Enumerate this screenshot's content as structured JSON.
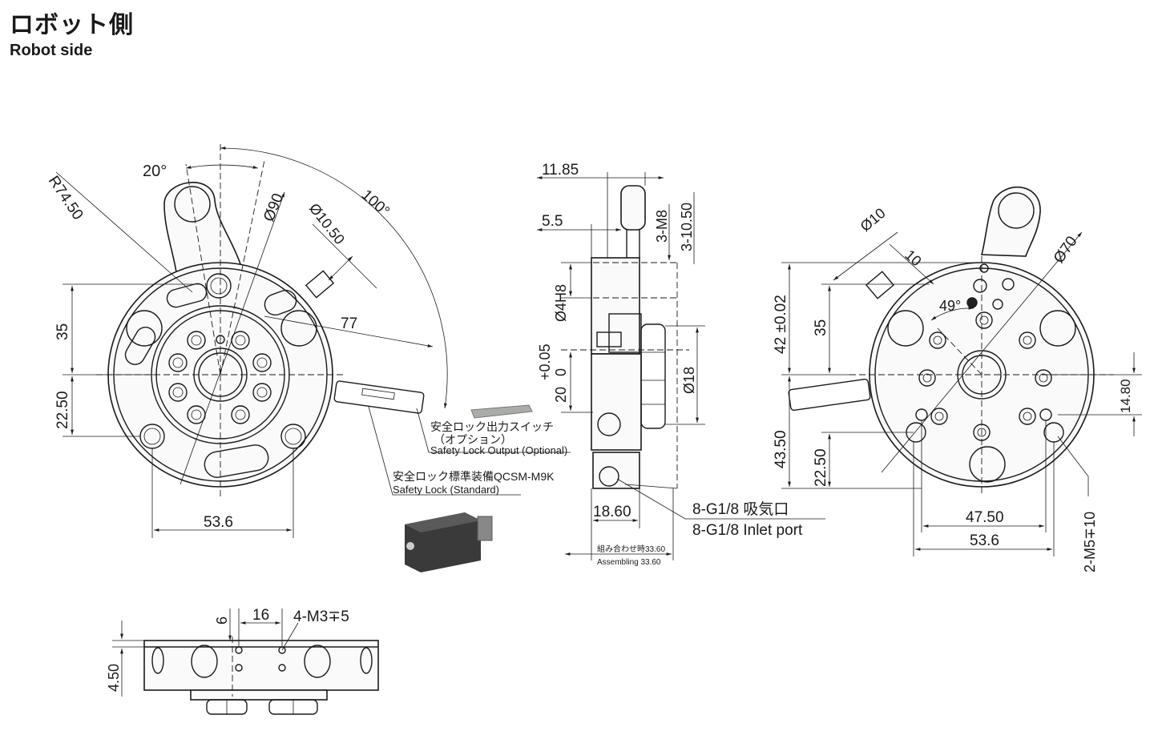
{
  "title": {
    "jp": "ロボット側",
    "en": "Robot side"
  },
  "front_view": {
    "dims": {
      "r74_50": "R74.50",
      "angle20": "20°",
      "dia90": "Ø90",
      "dia10_50": "Ø10.50",
      "angle100": "100°",
      "d77": "77",
      "d35": "35",
      "d22_50": "22.50",
      "d53_6": "53.6"
    },
    "callouts": {
      "switch_jp": "安全ロック出力スイッチ",
      "switch_jp2": "（オプション）",
      "switch_en": "Safety Lock Output (Optional)",
      "lock_jp": "安全ロック標準装備QCSM-M9K",
      "lock_en": "Safety Lock (Standard)"
    }
  },
  "side_view": {
    "dims": {
      "d11_85": "11.85",
      "d5_5": "5.5",
      "m8": "3-M8",
      "d10_50": "3-10.50",
      "h8": "Ø4H8",
      "tol": "+0.05",
      "zero": "0",
      "d20": "20",
      "dia18": "Ø18",
      "d18_60": "18.60"
    },
    "inlet_jp": "8-G1/8 吸気口",
    "inlet_en": "8-G1/8 Inlet port",
    "assembling_jp": "組み合わせ時33.60",
    "assembling_en": "Assembling 33.60"
  },
  "back_view": {
    "dims": {
      "dia10": "Ø10",
      "d10": "10",
      "dia70": "Ø70",
      "angle49": "49°",
      "d42": "42 ±0.02",
      "d35": "35",
      "d14_80": "14.80",
      "d43_50": "43.50",
      "d22_50": "22.50",
      "d47_50": "47.50",
      "d53_6": "53.6",
      "m5": "2-M5∓10"
    }
  },
  "bottom_view": {
    "dims": {
      "d6": "6",
      "d16": "16",
      "m3": "4-M3∓5",
      "d4_50": "4.50"
    }
  }
}
